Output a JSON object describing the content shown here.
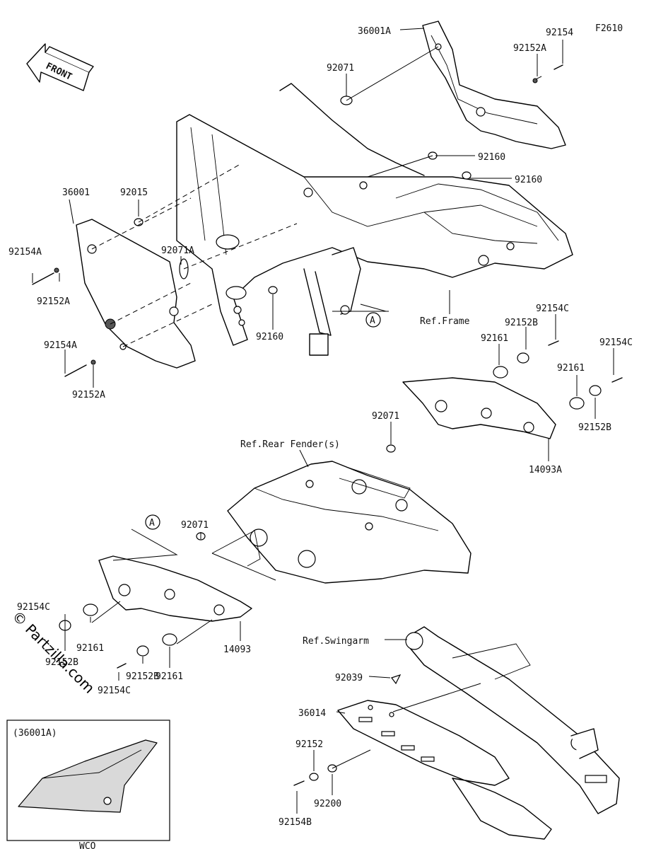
{
  "diagram_code": "F2610",
  "front_label": "FRONT",
  "watermark": "© Partzilla.com",
  "inset": {
    "title": "(36001A)",
    "caption": "WCO"
  },
  "callout_a": "A",
  "labels": {
    "p36001A": "36001A",
    "p92154": "92154",
    "p92152A_top": "92152A",
    "p92071_top": "92071",
    "p92160_a": "92160",
    "p92160_b": "92160",
    "p36001": "36001",
    "p92015": "92015",
    "p92154A_1": "92154A",
    "p92152A_1": "92152A",
    "p92071A": "92071A",
    "p92160_c": "92160",
    "p92154A_2": "92154A",
    "p92152A_2": "92152A",
    "ref_frame": "Ref.Frame",
    "p92154C_1": "92154C",
    "p92152B_1": "92152B",
    "p92161_1": "92161",
    "p92154C_2": "92154C",
    "p92161_2": "92161",
    "p92152B_2": "92152B",
    "p14093A": "14093A",
    "p92071_mid": "92071",
    "ref_rear_fender": "Ref.Rear Fender(s)",
    "p92071_low": "92071",
    "p92154C_3": "92154C",
    "p92161_3": "92161",
    "p92152B_3": "92152B",
    "p14093": "14093",
    "p92154C_4": "92154C",
    "p92152B_4": "92152B",
    "p92161_4": "92161",
    "ref_swingarm": "Ref.Swingarm",
    "p92039": "92039",
    "p36014": "36014",
    "p92152": "92152",
    "p92200": "92200",
    "p92154B": "92154B"
  }
}
